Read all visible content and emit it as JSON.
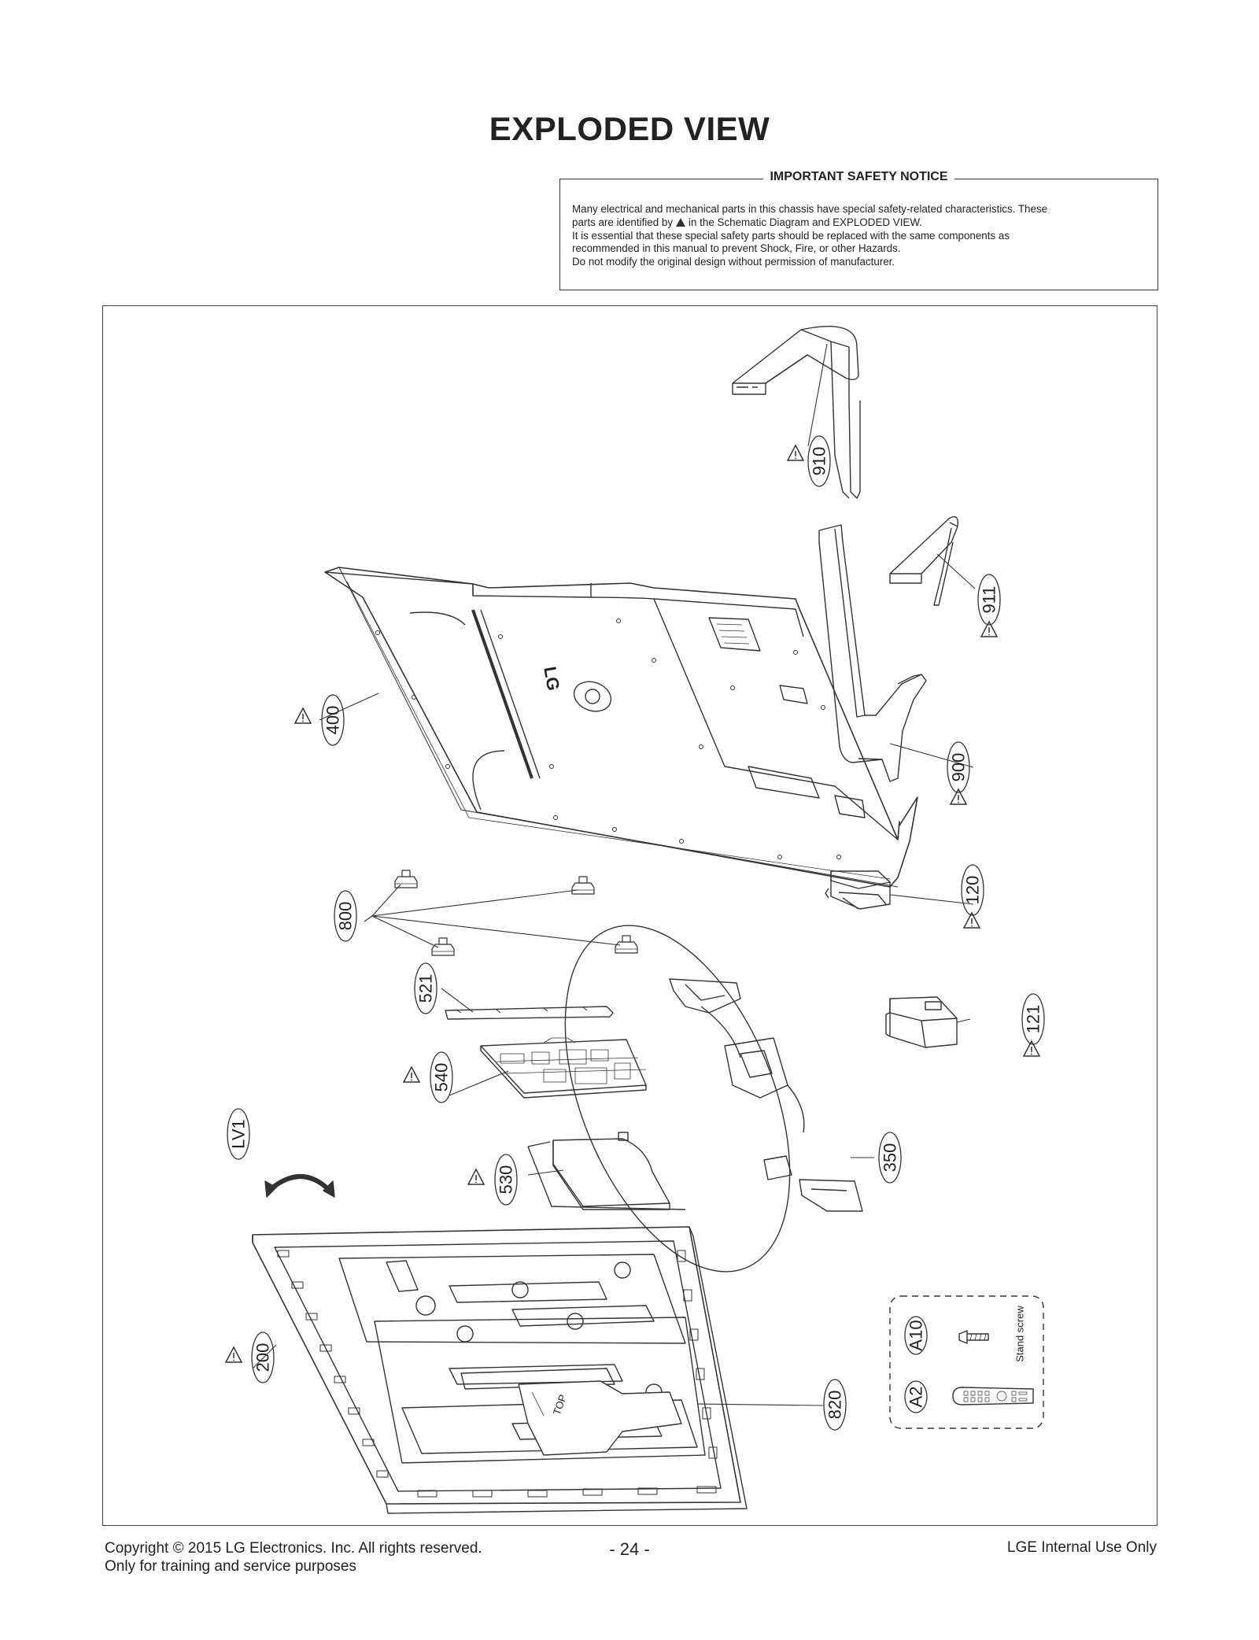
{
  "page": {
    "title": "EXPLODED VIEW"
  },
  "notice": {
    "heading": "IMPORTANT SAFETY NOTICE",
    "line1": "Many electrical and mechanical parts in this chassis have special safety-related characteristics. These",
    "line2_pre": "parts are identified by",
    "line2_post": "in the Schematic Diagram and EXPLODED VIEW.",
    "line3": "It is essential that these special safety parts should be replaced with the same components as",
    "line4": "recommended in this manual to prevent Shock, Fire, or other Hazards.",
    "line5": "Do not modify the original design without permission of manufacturer."
  },
  "parts": {
    "p910": "910",
    "p911": "911",
    "p400": "400",
    "p900": "900",
    "p120": "120",
    "p800": "800",
    "p521": "521",
    "p121": "121",
    "p540": "540",
    "pLV1": "LV1",
    "p530": "530",
    "p350": "350",
    "p200": "200",
    "p820": "820",
    "pA10": "A10",
    "pA2": "A2",
    "stand_screw": "Stand screw",
    "brand_logo": "LG",
    "top_label": "TOP"
  },
  "footer": {
    "copyright": "Copyright  © 2015 LG Electronics. Inc. All rights reserved.",
    "training": "Only for training and service purposes",
    "page_number": "- 24 -",
    "internal": "LGE Internal Use Only"
  }
}
